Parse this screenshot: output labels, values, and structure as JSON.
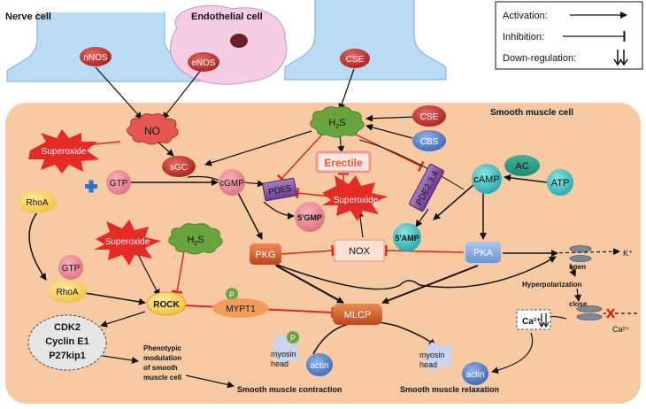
{
  "cells": {
    "nerve": "Nerve cell",
    "endothelial": "Endothelial cell",
    "smooth_muscle": "Smooth muscle cell"
  },
  "legend": {
    "activation": "Activation:",
    "inhibition": "Inhibition:",
    "downregulation": "Down-regulation:"
  },
  "nodes": {
    "nnos": "nNOS",
    "enos": "eNOS",
    "cse_top": "CSE",
    "no": "NO",
    "superoxide_no": "Superoxide",
    "sgc": "sGC",
    "gtp1": "GTP",
    "cgmp": "cGMP",
    "h2s_main_h": "H",
    "h2s_main_sub": "2",
    "h2s_main_s": "S",
    "cse": "CSE",
    "cbs": "CBS",
    "erectile": "Erectile",
    "pde5": "PDE5",
    "superoxide_mid": "Superoxide",
    "five_gmp": "5'GMP",
    "pde234": "PDE2,3,4",
    "camp": "cAMP",
    "ac": "AC",
    "atp": "ATP",
    "five_amp": "5'AMP",
    "rhoa1": "RhoA",
    "gtp2": "GTP",
    "rhoa2": "RhoA",
    "superoxide_rock": "Superoxide",
    "h2s_rock_h": "H",
    "h2s_rock_sub": "2",
    "h2s_rock_s": "S",
    "rock": "ROCK",
    "p1": "P",
    "mypt1": "MYPT1",
    "pkg": "PKG",
    "nox": "NOX",
    "pka": "PKA",
    "mlcp": "MLCP",
    "cdk2": "CDK2",
    "cyclin": "Cyclin E1",
    "p27": "P27kip1",
    "phenotypic": [
      "Phenotypic",
      "modulation",
      "of smooth",
      "muscle cell"
    ],
    "p2": "P",
    "myosin_contract": [
      "myosin",
      "head"
    ],
    "actin1": "actin",
    "myosin_relax": [
      "myosin",
      "head"
    ],
    "actin2": "actin",
    "contraction": "Smooth muscle contraction",
    "relaxation": "Smooth muscle relaxation",
    "k_ion": "K⁺",
    "open": "open",
    "hyperpolarization": "Hyperpolarization",
    "close": "close",
    "ca_box": "Ca²⁺",
    "ca_ion": "Ca²⁺"
  },
  "colors": {
    "activation": "#111111",
    "inhibition": "#d8291e",
    "cell_bg": "#f7caa4",
    "neuron": "#b9dbf3",
    "endo": "#f7cde6",
    "red_node": "#c73b3a",
    "pink_node": "#f08c99",
    "green_cloud": "#6aa43f",
    "yellow": "#f9d96b",
    "purple": "#8a5aa8",
    "teal": "#3ec2c2",
    "orange": "#d65f2a",
    "blue": "#5b86c6"
  }
}
